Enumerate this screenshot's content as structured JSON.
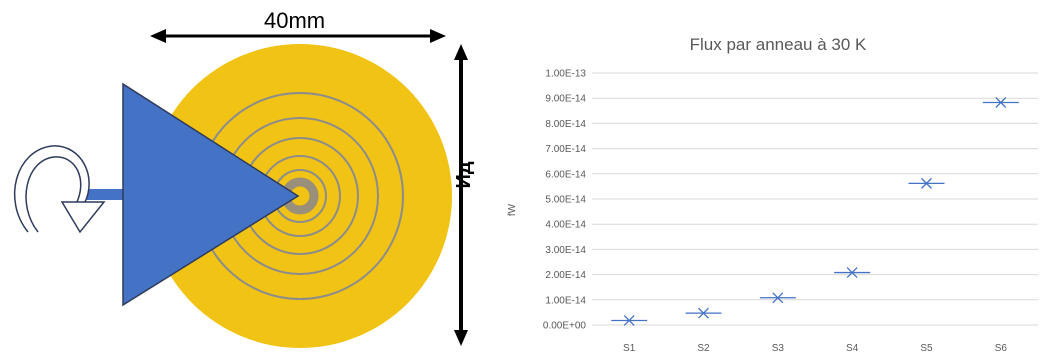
{
  "diagram": {
    "width_label": "40mm",
    "vertical_label": "Ид"
  },
  "chart_data": {
    "type": "scatter",
    "title": "Flux par anneau à 30 K",
    "xlabel": "",
    "ylabel": "fW",
    "categories": [
      "S1",
      "S2",
      "S3",
      "S4",
      "S5",
      "S6"
    ],
    "values": [
      1.8e-15,
      4.7e-15,
      1.08e-14,
      2.08e-14,
      5.62e-14,
      8.83e-14
    ],
    "ylim": [
      0,
      1e-13
    ],
    "yticks": [
      "0.00E+00",
      "1.00E-14",
      "2.00E-14",
      "3.00E-14",
      "4.00E-14",
      "5.00E-14",
      "6.00E-14",
      "7.00E-14",
      "8.00E-14",
      "9.00E-14",
      "1.00E-13"
    ],
    "grid": true,
    "marker": "x",
    "color": "#4472c4"
  }
}
